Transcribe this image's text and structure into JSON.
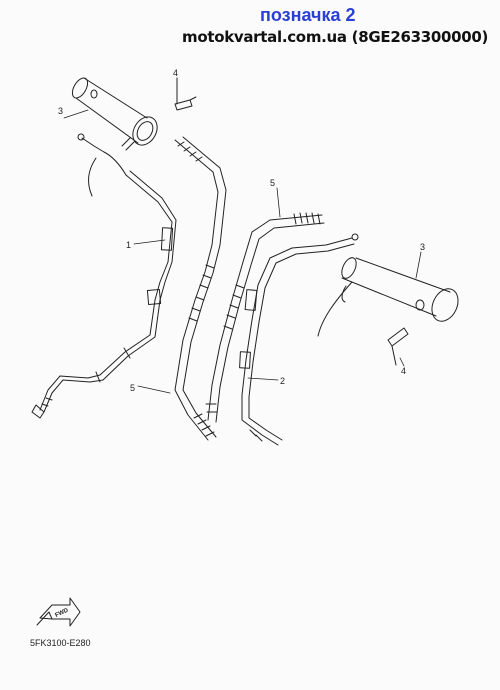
{
  "header": {
    "title": "позначка 2",
    "subtitle": "motokvartal.com.ua (8GE263300000)"
  },
  "diagram": {
    "callouts": [
      "1",
      "2",
      "3",
      "3",
      "4",
      "4",
      "5",
      "5"
    ],
    "direction_arrow": "FWD",
    "drawing_code": "5FK3100-E280"
  },
  "icons": [
    "fwd-arrow-icon"
  ]
}
